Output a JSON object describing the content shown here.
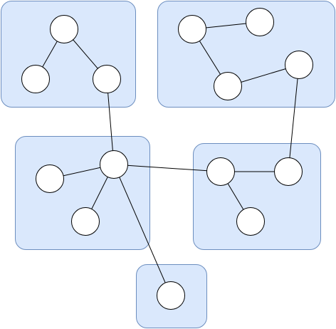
{
  "diagram": {
    "colors": {
      "group_fill": "#dae8fc",
      "group_stroke": "#6c8ebf",
      "node_fill": "#ffffff",
      "node_stroke": "#000000",
      "edge": "#000000"
    },
    "groups": [
      {
        "id": "top-left"
      },
      {
        "id": "top-right"
      },
      {
        "id": "middle-left"
      },
      {
        "id": "middle-right"
      },
      {
        "id": "bottom"
      }
    ],
    "nodes": [
      {
        "id": "n1",
        "group": "top-left"
      },
      {
        "id": "n2",
        "group": "top-left"
      },
      {
        "id": "n3",
        "group": "top-left"
      },
      {
        "id": "n4",
        "group": "top-right"
      },
      {
        "id": "n5",
        "group": "top-right"
      },
      {
        "id": "n6",
        "group": "top-right"
      },
      {
        "id": "n7",
        "group": "top-right"
      },
      {
        "id": "n8",
        "group": "middle-left"
      },
      {
        "id": "n9",
        "group": "middle-left"
      },
      {
        "id": "n10",
        "group": "middle-left"
      },
      {
        "id": "n11",
        "group": "middle-right"
      },
      {
        "id": "n12",
        "group": "middle-right"
      },
      {
        "id": "n13",
        "group": "middle-right"
      },
      {
        "id": "n14",
        "group": "bottom"
      }
    ],
    "edges": [
      [
        "n1",
        "n2"
      ],
      [
        "n1",
        "n3"
      ],
      [
        "n3",
        "n9"
      ],
      [
        "n4",
        "n5"
      ],
      [
        "n4",
        "n6"
      ],
      [
        "n6",
        "n7"
      ],
      [
        "n7",
        "n12"
      ],
      [
        "n8",
        "n9"
      ],
      [
        "n9",
        "n10"
      ],
      [
        "n9",
        "n11"
      ],
      [
        "n9",
        "n14"
      ],
      [
        "n11",
        "n12"
      ],
      [
        "n11",
        "n13"
      ]
    ]
  }
}
